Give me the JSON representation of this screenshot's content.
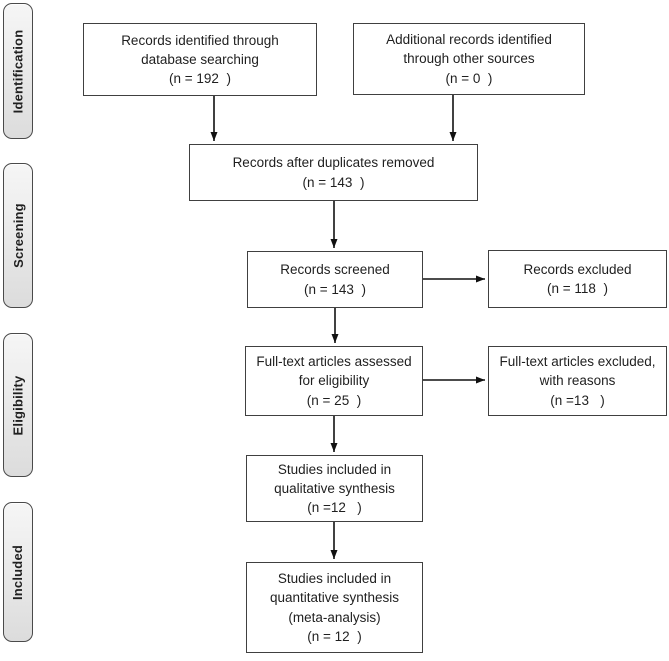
{
  "sidebar": {
    "stages": [
      {
        "label": "Identification"
      },
      {
        "label": "Screening"
      },
      {
        "label": "Eligibility"
      },
      {
        "label": "Included"
      }
    ]
  },
  "flow": {
    "identified": {
      "text": "Records identified through\ndatabase searching\n(n = 192  )"
    },
    "additional": {
      "text": "Additional records identified\nthrough other sources\n(n = 0  )"
    },
    "deduplicated": {
      "text": "Records after duplicates removed\n(n = 143  )"
    },
    "screened": {
      "text": "Records screened\n(n = 143  )"
    },
    "records_excluded": {
      "text": "Records excluded\n(n = 118  )"
    },
    "fulltext_assessed": {
      "text": "Full-text articles assessed\nfor eligibility\n(n = 25  )"
    },
    "fulltext_excluded": {
      "text": "Full-text articles excluded,\nwith reasons\n(n =13   )"
    },
    "qualitative": {
      "text": "Studies included in\nqualitative synthesis\n(n =12   )"
    },
    "quantitative": {
      "text": "Studies included in\nquantitative synthesis\n(meta-analysis)\n(n = 12  )"
    }
  },
  "colors": {
    "box_fill": "#ffffff",
    "box_border": "#404040",
    "stage_fill_top": "#f6f6f6",
    "stage_fill_bottom": "#dcdcdc",
    "stage_border": "#4a4a4a",
    "text": "#1f1f1f",
    "arrow": "#111111"
  }
}
